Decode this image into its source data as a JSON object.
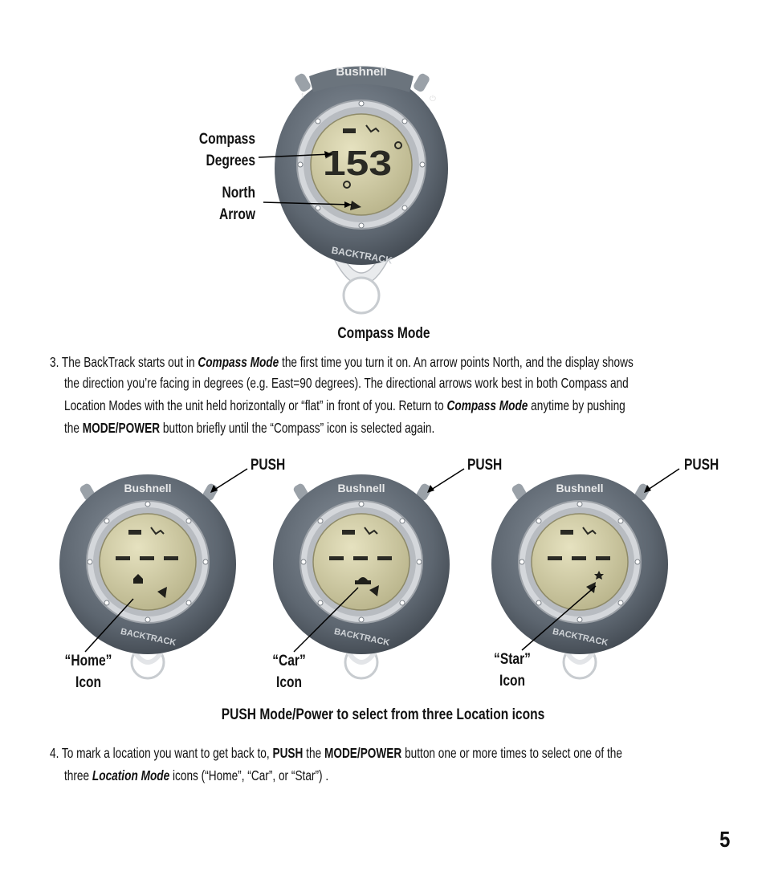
{
  "figure1": {
    "brand": "Bushnell",
    "model": "BACKTRACK",
    "display_value": "153",
    "label_compass_line1": "Compass",
    "label_compass_line2": "Degrees",
    "label_north_line1": "North",
    "label_north_line2": "Arrow",
    "caption": "Compass Mode"
  },
  "step3": {
    "line1_pre": "3. The BackTrack starts out in ",
    "line1_em": "Compass Mode",
    "line1_post": " the first time you turn it on. An arrow points North, and the display shows",
    "line2": "the direction you’re facing in degrees (e.g. East=90 degrees). The directional arrows work best in both Compass and",
    "line3_pre": "Location Modes with the unit held horizontally or “flat” in front of you. Return to ",
    "line3_em": "Compass Mode",
    "line3_post": " anytime by pushing",
    "line4_pre": "the ",
    "line4_b": "MODE/POWER",
    "line4_post": " button briefly until the “Compass” icon is selected again."
  },
  "figure2": {
    "push_label": "PUSH",
    "display_dashes": "- - -",
    "devices": [
      {
        "icon_label_line1": "“Home”",
        "icon_label_line2": "Icon"
      },
      {
        "icon_label_line1": "“Car”",
        "icon_label_line2": "Icon"
      },
      {
        "icon_label_line1": "“Star”",
        "icon_label_line2": "Icon"
      }
    ],
    "caption": "PUSH Mode/Power to select from three Location icons"
  },
  "step4": {
    "line1_pre": "4. To mark a location you want to get back to, ",
    "line1_b1": "PUSH",
    "line1_mid": " the ",
    "line1_b2": "MODE/POWER",
    "line1_post": " button one or more times to select one of the",
    "line2_pre": "three ",
    "line2_em": "Location Mode",
    "line2_post": " icons (“Home”, “Car”, or “Star”) ."
  },
  "page_number": "5",
  "colors": {
    "device_body": "#5d6670",
    "device_body_light": "#7e8791",
    "bezel": "#c9ccd0",
    "lcd": "#d8d4ad",
    "lcd_dark": "#b9b48b",
    "segment": "#2a2a24"
  }
}
